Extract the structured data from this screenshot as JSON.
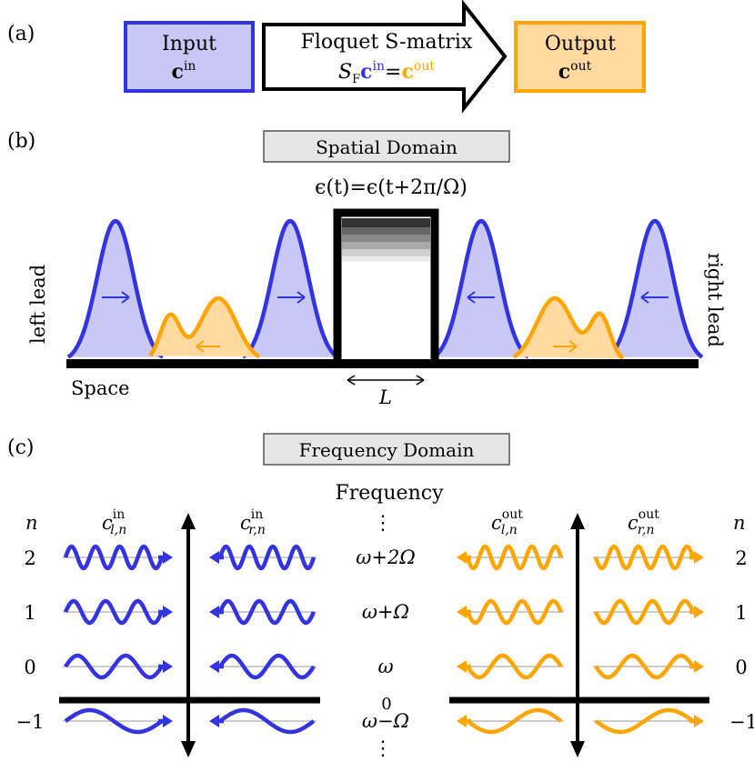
{
  "colors": {
    "input": "#3333e0",
    "input_fill": "#c8c8f5",
    "output": "#ffa500",
    "output_fill": "#ffd9a0",
    "axis": "#000000"
  },
  "panel_a": {
    "label": "(a)",
    "input": {
      "title": "Input",
      "vec": "c",
      "sup": "in"
    },
    "arrow": {
      "title": "Floquet S-matrix",
      "S": "S",
      "S_sub": "F",
      "c": "c",
      "in": "in",
      "eq": "=",
      "out": "out"
    },
    "output": {
      "title": "Output",
      "vec": "c",
      "sup": "out"
    }
  },
  "panel_b": {
    "label": "(b)",
    "header": "Spatial Domain",
    "equation": "ϵ(t)=ϵ(t+2π/Ω)",
    "left_lead": "left lead",
    "right_lead": "right lead",
    "space": "Space",
    "length": "L"
  },
  "panel_c": {
    "label": "(c)",
    "header": "Frequency Domain",
    "freq_title": "Frequency",
    "n_label": "n",
    "dots": "⋮",
    "zero_mark": "0",
    "rows": [
      {
        "n": "2",
        "freq": "ω+2Ω"
      },
      {
        "n": "1",
        "freq": "ω+Ω"
      },
      {
        "n": "0",
        "freq": "ω"
      },
      {
        "n": "−1",
        "freq": "ω−Ω"
      }
    ],
    "coeffs": {
      "l_in": {
        "c": "c",
        "sup": "in",
        "sub": "l,n"
      },
      "r_in": {
        "c": "c",
        "sup": "in",
        "sub": "r,n"
      },
      "l_out": {
        "c": "c",
        "sup": "out",
        "sub": "l,n"
      },
      "r_out": {
        "c": "c",
        "sup": "out",
        "sub": "r,n"
      }
    }
  }
}
